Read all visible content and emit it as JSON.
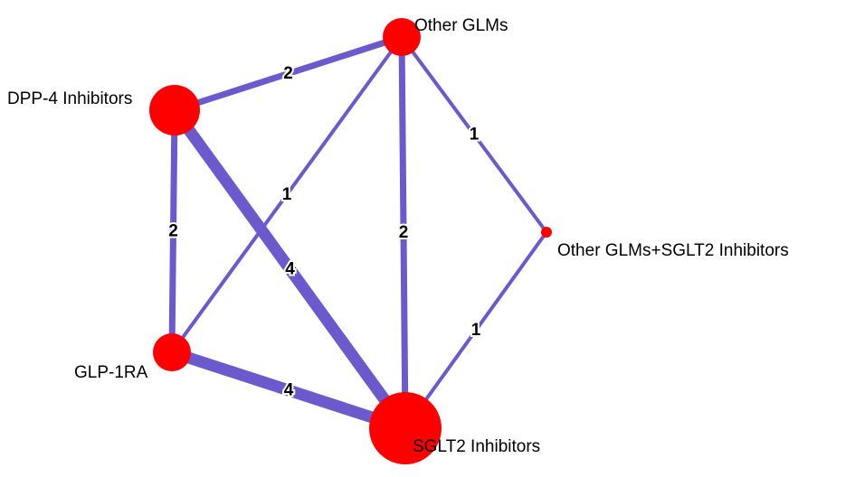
{
  "colors": {
    "edge": "#6a5acd",
    "node": "#ff0000",
    "background": "#ffffff"
  },
  "nodes": [
    {
      "id": "other_glms",
      "label": "Other GLMs",
      "size_rank": 3
    },
    {
      "id": "dpp4",
      "label": "DPP-4 Inhibitors",
      "size_rank": 4
    },
    {
      "id": "glp1ra",
      "label": "GLP-1RA",
      "size_rank": 3
    },
    {
      "id": "sglt2",
      "label": "SGLT2 Inhibitors",
      "size_rank": 5
    },
    {
      "id": "other_sglt2",
      "label": "Other GLMs+SGLT2 Inhibitors",
      "size_rank": 1
    }
  ],
  "edges": [
    {
      "from": "dpp4",
      "to": "other_glms",
      "studies": "2"
    },
    {
      "from": "other_glms",
      "to": "other_sglt2",
      "studies": "1"
    },
    {
      "from": "glp1ra",
      "to": "other_glms",
      "studies": "1"
    },
    {
      "from": "other_glms",
      "to": "sglt2",
      "studies": "2"
    },
    {
      "from": "dpp4",
      "to": "glp1ra",
      "studies": "2"
    },
    {
      "from": "dpp4",
      "to": "sglt2",
      "studies": "4"
    },
    {
      "from": "glp1ra",
      "to": "sglt2",
      "studies": "4"
    },
    {
      "from": "sglt2",
      "to": "other_sglt2",
      "studies": "1"
    }
  ]
}
